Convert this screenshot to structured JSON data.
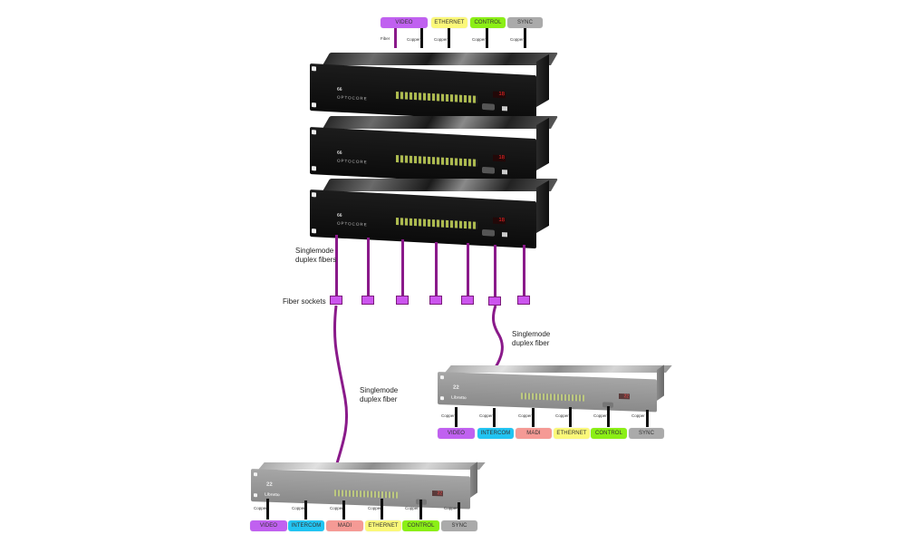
{
  "colors": {
    "video": "#c061f0",
    "intercom": "#22c4f2",
    "madi": "#f59a95",
    "ethernet": "#fbf879",
    "control": "#8bef16",
    "sync": "#aaaaaa",
    "fiber": "#8a1a8a",
    "socket_fill": "#cc55ee",
    "copper": "#111111"
  },
  "top_connections": {
    "badges": [
      {
        "label": "VIDEO",
        "color_key": "video"
      },
      {
        "label": "ETHERNET",
        "color_key": "ethernet"
      },
      {
        "label": "CONTROL",
        "color_key": "control"
      },
      {
        "label": "SYNC",
        "color_key": "sync"
      }
    ],
    "cables": [
      {
        "label": "Fiber",
        "type": "fiber"
      },
      {
        "label": "Copper",
        "type": "copper"
      },
      {
        "label": "Copper",
        "type": "copper"
      },
      {
        "label": "Copper",
        "type": "copper"
      },
      {
        "label": "Copper",
        "type": "copper"
      }
    ]
  },
  "rack_units": [
    {
      "brand": "OPTOCORE",
      "model": "66",
      "display": "18"
    },
    {
      "brand": "OPTOCORE",
      "model": "66",
      "display": "18"
    },
    {
      "brand": "OPTOCORE",
      "model": "66",
      "display": "18"
    }
  ],
  "annotations": {
    "fibers_label": "Singlemode\nduplex fibers",
    "sockets_label": "Fiber sockets",
    "left_fiber_label": "Singlemode\nduplex fiber",
    "right_fiber_label": "Singlemode\nduplex fiber"
  },
  "fiber_sockets": {
    "count": 7
  },
  "remote_units": [
    {
      "name": "right-unit",
      "brand": "Libretto",
      "model": "22",
      "display": "22",
      "copper_label": "Copper",
      "badges": [
        {
          "label": "VIDEO",
          "color_key": "video"
        },
        {
          "label": "INTERCOM",
          "color_key": "intercom"
        },
        {
          "label": "MADI",
          "color_key": "madi"
        },
        {
          "label": "ETHERNET",
          "color_key": "ethernet"
        },
        {
          "label": "CONTROL",
          "color_key": "control"
        },
        {
          "label": "SYNC",
          "color_key": "sync"
        }
      ]
    },
    {
      "name": "left-unit",
      "brand": "Libretto",
      "model": "22",
      "display": "22",
      "copper_label": "Copper",
      "badges": [
        {
          "label": "VIDEO",
          "color_key": "video"
        },
        {
          "label": "INTERCOM",
          "color_key": "intercom"
        },
        {
          "label": "MADI",
          "color_key": "madi"
        },
        {
          "label": "ETHERNET",
          "color_key": "ethernet"
        },
        {
          "label": "CONTROL",
          "color_key": "control"
        },
        {
          "label": "SYNC",
          "color_key": "sync"
        }
      ]
    }
  ]
}
